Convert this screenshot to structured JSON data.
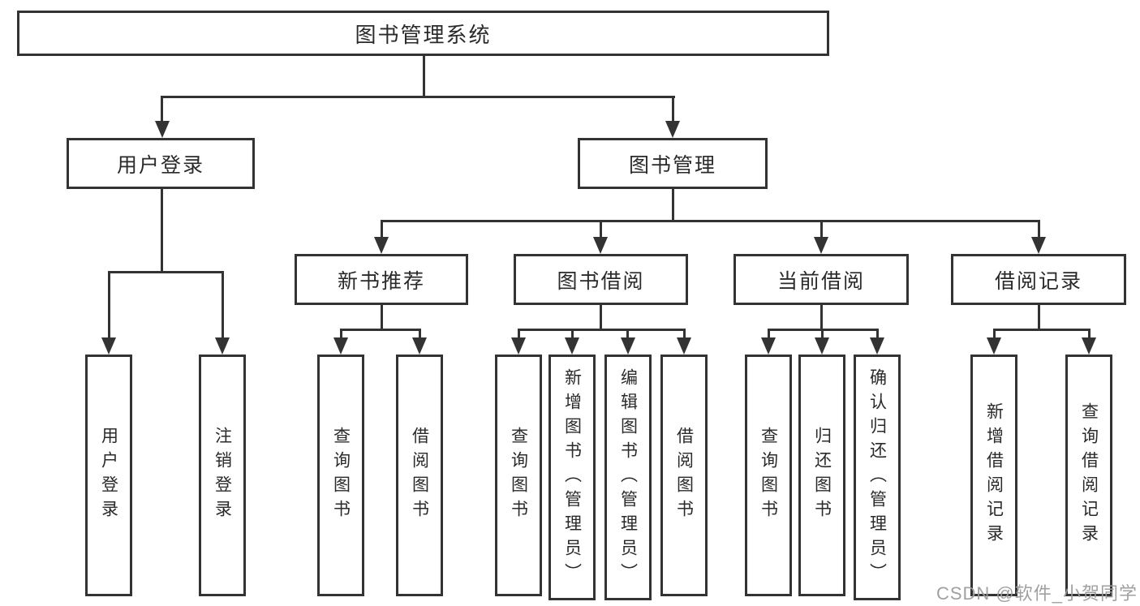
{
  "diagram_type": "function-structure-tree",
  "watermark": {
    "text": "CSDN @软件_小贺同学"
  },
  "colors": {
    "line": "#333333",
    "box_border": "#333333",
    "text": "#2a2a2a",
    "watermark": "#9b9b9b",
    "background": "#ffffff"
  },
  "tree": {
    "label": "图书管理系统",
    "children": [
      {
        "label": "用户登录",
        "children": [
          {
            "label": "用户登录"
          },
          {
            "label": "注销登录"
          }
        ]
      },
      {
        "label": "图书管理",
        "children": [
          {
            "label": "新书推荐",
            "children": [
              {
                "label": "查询图书"
              },
              {
                "label": "借阅图书"
              }
            ]
          },
          {
            "label": "图书借阅",
            "children": [
              {
                "label": "查询图书"
              },
              {
                "label": "新增图书（管理员）"
              },
              {
                "label": "编辑图书（管理员）"
              },
              {
                "label": "借阅图书"
              }
            ]
          },
          {
            "label": "当前借阅",
            "children": [
              {
                "label": "查询图书"
              },
              {
                "label": "归还图书"
              },
              {
                "label": "确认归还（管理员）"
              }
            ]
          },
          {
            "label": "借阅记录",
            "children": [
              {
                "label": "新增借阅记录"
              },
              {
                "label": "查询借阅记录"
              }
            ]
          }
        ]
      }
    ]
  }
}
